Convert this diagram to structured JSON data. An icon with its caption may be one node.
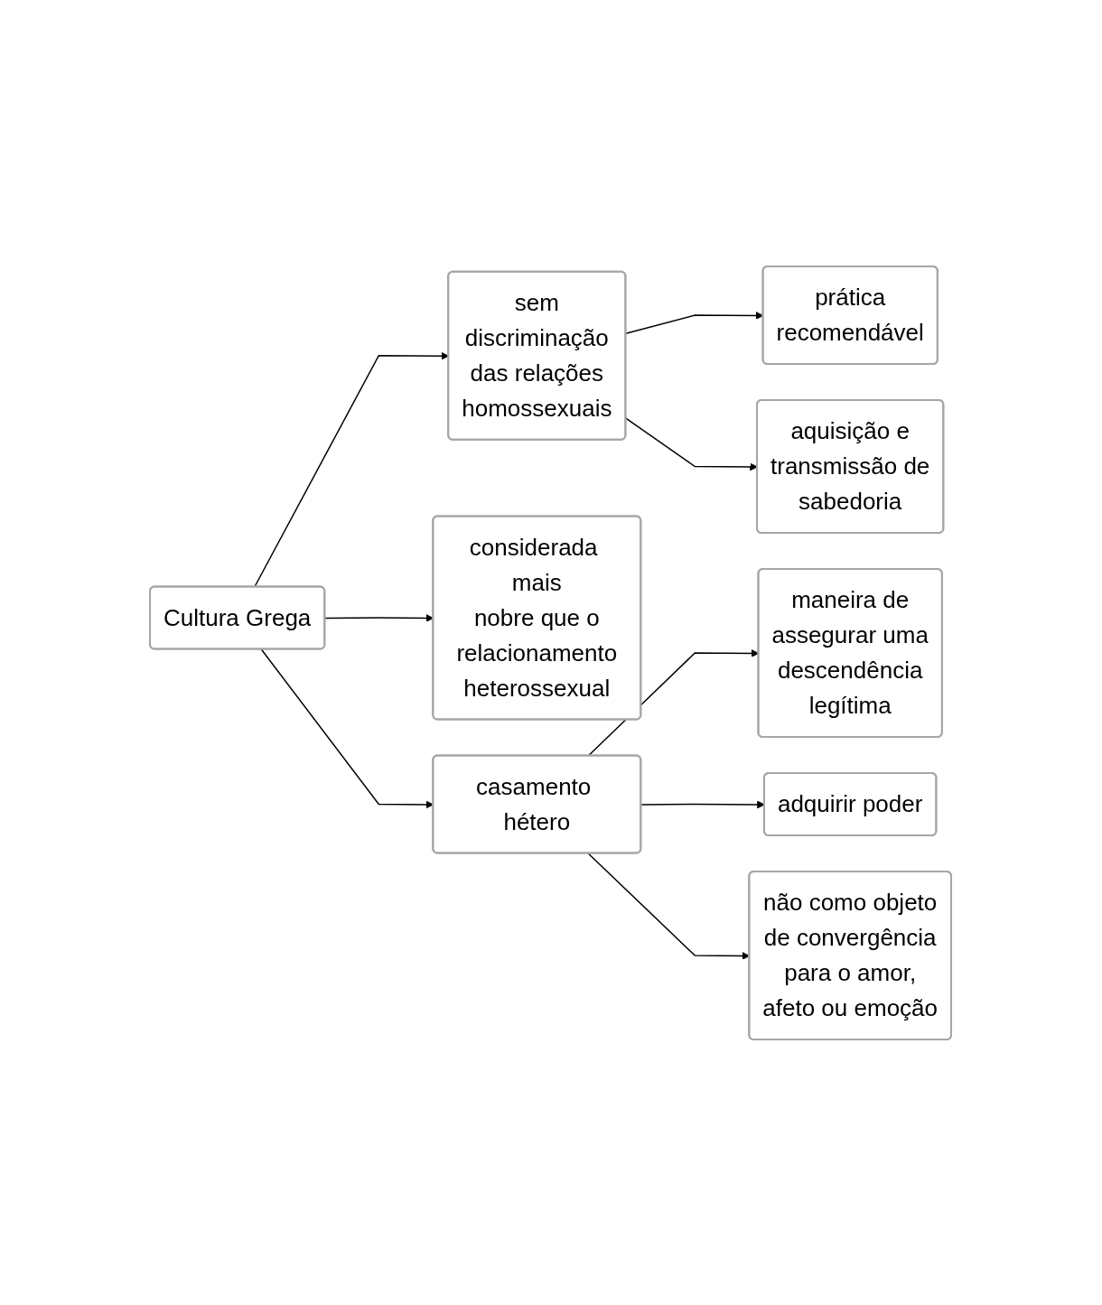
{
  "diagram": {
    "nodes": [
      {
        "text": [
          "Cultura Grega"
        ]
      },
      {
        "text": [
          "sem discriminação das relações homossexuais"
        ]
      },
      {
        "text": [
          "prática recomendável"
        ]
      },
      {
        "text": [
          "aquisição e transmissão de sabedoria"
        ]
      },
      {
        "text": [
          "considerada mais nobre que o relacionamento heterossexual"
        ]
      },
      {
        "text": [
          "casamento hétero"
        ]
      },
      {
        "text": [
          "maneira de assegurar uma descendência legítima"
        ]
      },
      {
        "text": [
          "adquirir poder"
        ]
      },
      {
        "text": [
          "não como objeto de convergência para o amor, afeto ou emoção"
        ]
      }
    ],
    "edges": [
      {
        "from": 0,
        "to": 1,
        "arrow": "to"
      },
      {
        "from": 1,
        "to": 2,
        "arrow": "to"
      },
      {
        "from": 1,
        "to": 3,
        "arrow": "to"
      },
      {
        "from": 0,
        "to": 4,
        "arrow": "to"
      },
      {
        "from": 0,
        "to": 5,
        "arrow": "to"
      },
      {
        "from": 5,
        "to": 6,
        "arrow": "to"
      },
      {
        "from": 5,
        "to": 7,
        "arrow": "to"
      },
      {
        "from": 5,
        "to": 8,
        "arrow": "to"
      }
    ]
  }
}
